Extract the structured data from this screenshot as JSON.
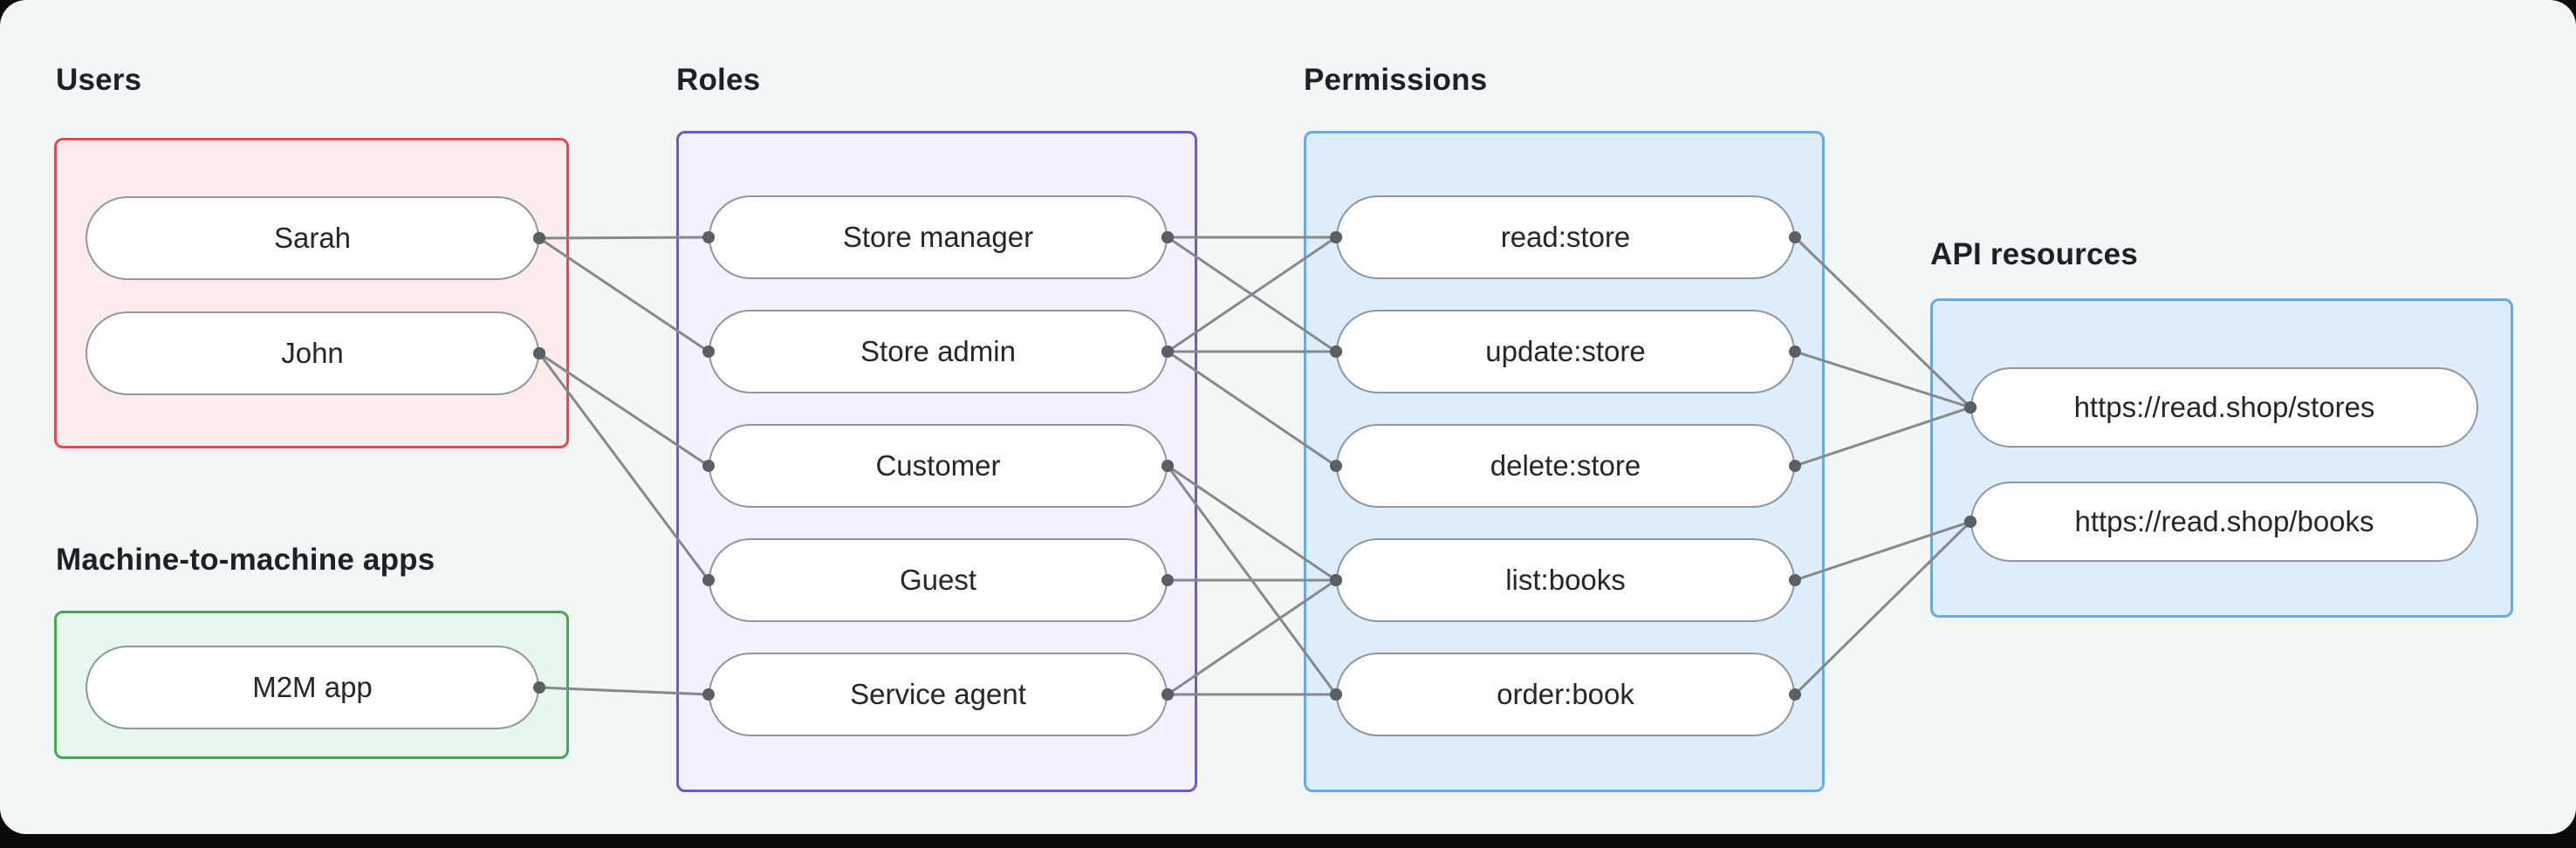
{
  "diagram": {
    "background_color": "#0b0b0b",
    "card_background_color": "#f3f6f6",
    "line_color": "#86898c",
    "dot_color": "#595f63",
    "groups": {
      "users": {
        "label": "Users",
        "border_color": "#e5484d",
        "fill_color": "#fdecec"
      },
      "m2m": {
        "label": "Machine-to-machine apps",
        "border_color": "#46a758",
        "fill_color": "#e9f6ee"
      },
      "roles": {
        "label": "Roles",
        "border_color": "#6e56cf",
        "fill_color": "#f4f1fe"
      },
      "permissions": {
        "label": "Permissions",
        "border_color": "#66aae6",
        "fill_color": "#ddedfb"
      },
      "api": {
        "label": "API resources",
        "border_color": "#66aae6",
        "fill_color": "#ddedfb"
      }
    },
    "nodes": {
      "sarah": "Sarah",
      "john": "John",
      "m2m_app": "M2M app",
      "store_manager": "Store manager",
      "store_admin": "Store admin",
      "customer": "Customer",
      "guest": "Guest",
      "service_agent": "Service agent",
      "read_store": "read:store",
      "update_store": "update:store",
      "delete_store": "delete:store",
      "list_books": "list:books",
      "order_book": "order:book",
      "stores_resource": "https://read.shop/stores",
      "books_resource": "https://read.shop/books"
    },
    "edges": [
      [
        "sarah",
        "store_manager"
      ],
      [
        "sarah",
        "store_admin"
      ],
      [
        "john",
        "customer"
      ],
      [
        "john",
        "guest"
      ],
      [
        "m2m_app",
        "service_agent"
      ],
      [
        "store_manager",
        "read_store"
      ],
      [
        "store_manager",
        "update_store"
      ],
      [
        "store_admin",
        "read_store"
      ],
      [
        "store_admin",
        "update_store"
      ],
      [
        "store_admin",
        "delete_store"
      ],
      [
        "customer",
        "list_books"
      ],
      [
        "customer",
        "order_book"
      ],
      [
        "guest",
        "list_books"
      ],
      [
        "service_agent",
        "list_books"
      ],
      [
        "service_agent",
        "order_book"
      ],
      [
        "read_store",
        "stores_resource"
      ],
      [
        "update_store",
        "stores_resource"
      ],
      [
        "delete_store",
        "stores_resource"
      ],
      [
        "list_books",
        "books_resource"
      ],
      [
        "order_book",
        "books_resource"
      ]
    ]
  }
}
